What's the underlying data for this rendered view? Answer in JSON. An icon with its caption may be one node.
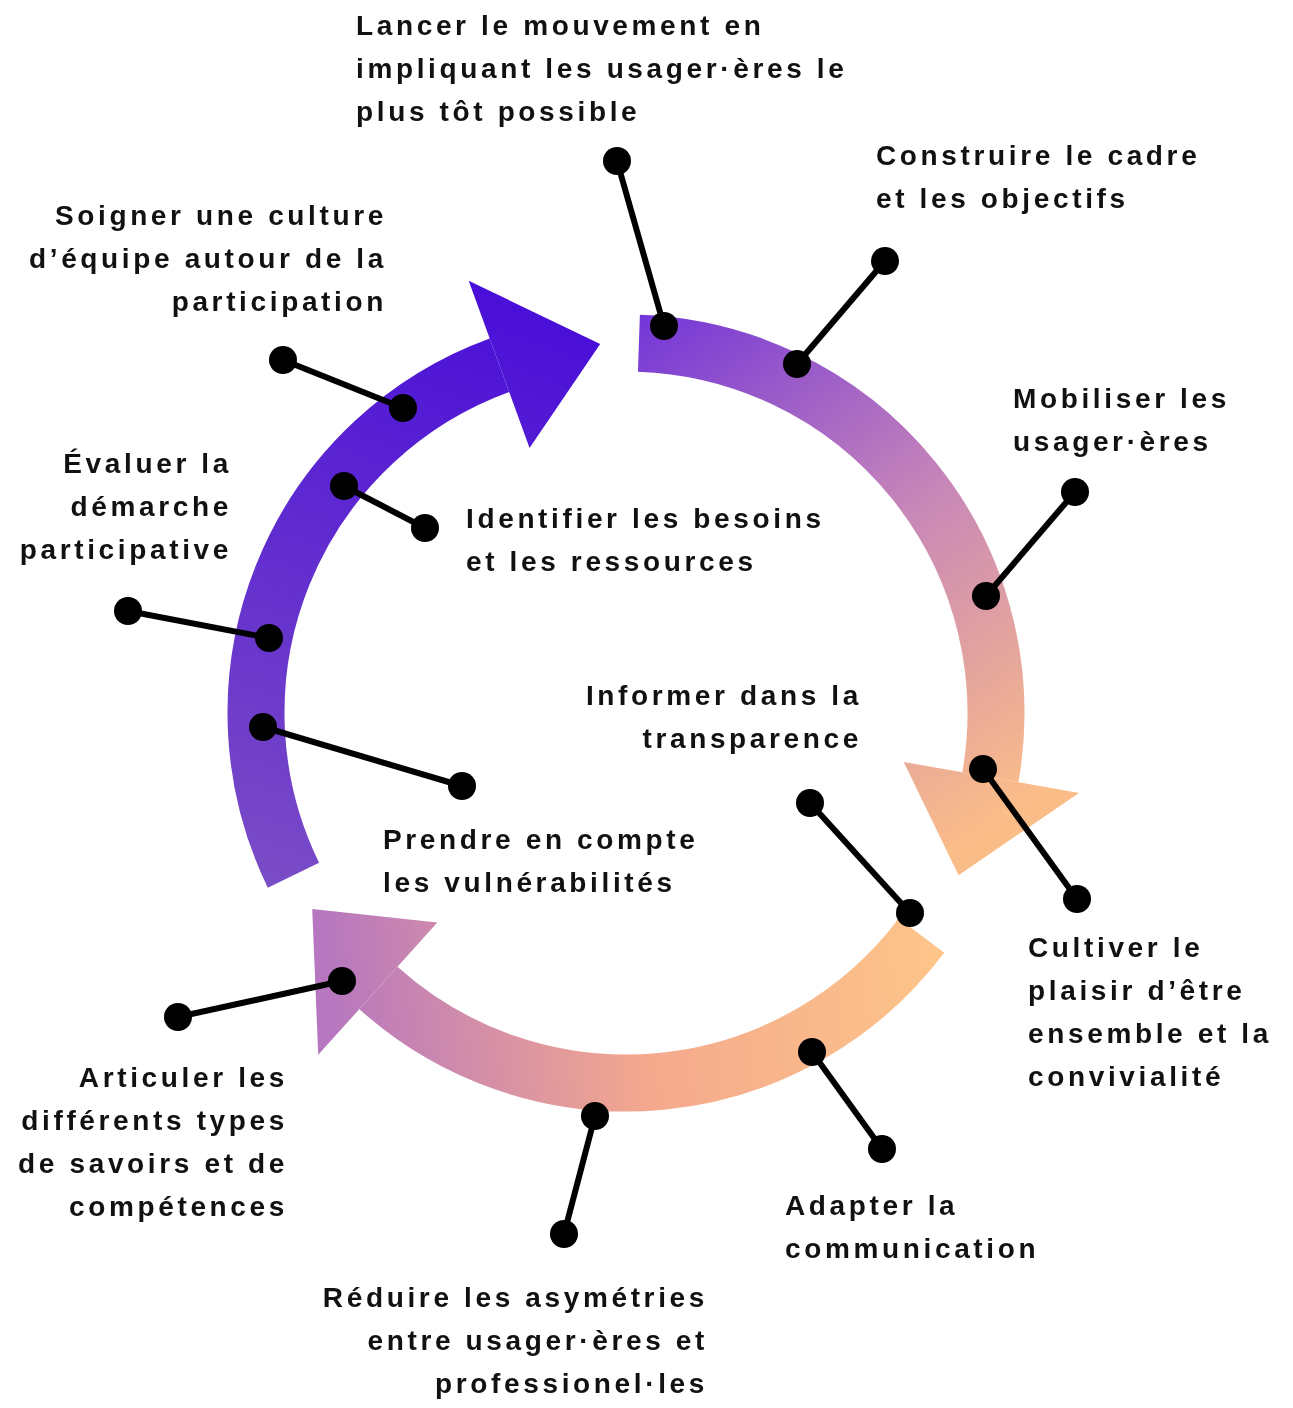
{
  "diagram": {
    "nodes": [
      {
        "text": [
          "Lancer le mouvement en impliquant les usager·ères le plus tôt possible"
        ]
      },
      {
        "text": [
          "Construire le cadre et les objectifs"
        ]
      },
      {
        "text": [
          "Soigner une culture d’équipe autour de la participation"
        ]
      },
      {
        "text": [
          "Mobiliser les usager·ères"
        ]
      },
      {
        "text": [
          "Évaluer la démarche participative"
        ]
      },
      {
        "text": [
          "Identifier les besoins et les ressources"
        ]
      },
      {
        "text": [
          "Informer dans la transparence"
        ]
      },
      {
        "text": [
          "Prendre en compte les vulnérabilités"
        ]
      },
      {
        "text": [
          "Cultiver le plaisir d’être ensemble et la convivialité"
        ]
      },
      {
        "text": [
          "Articuler les différents types de savoirs et de compétences"
        ]
      },
      {
        "text": [
          "Adapter la communication"
        ]
      },
      {
        "text": [
          "Réduire les asymétries entre usager·ères et professionel·les"
        ]
      }
    ],
    "edges": [
      {
        "from": 0,
        "to": null,
        "arrow": "other"
      },
      {
        "from": 1,
        "to": null,
        "arrow": "other"
      },
      {
        "from": 2,
        "to": null,
        "arrow": "other"
      },
      {
        "from": 3,
        "to": null,
        "arrow": "other"
      },
      {
        "from": 4,
        "to": null,
        "arrow": "other"
      },
      {
        "from": 5,
        "to": null,
        "arrow": "other"
      },
      {
        "from": 6,
        "to": null,
        "arrow": "other"
      },
      {
        "from": 7,
        "to": null,
        "arrow": "other"
      },
      {
        "from": 8,
        "to": null,
        "arrow": "other"
      },
      {
        "from": 9,
        "to": null,
        "arrow": "other"
      },
      {
        "from": 10,
        "to": null,
        "arrow": "other"
      },
      {
        "from": 11,
        "to": null,
        "arrow": "other"
      }
    ]
  }
}
